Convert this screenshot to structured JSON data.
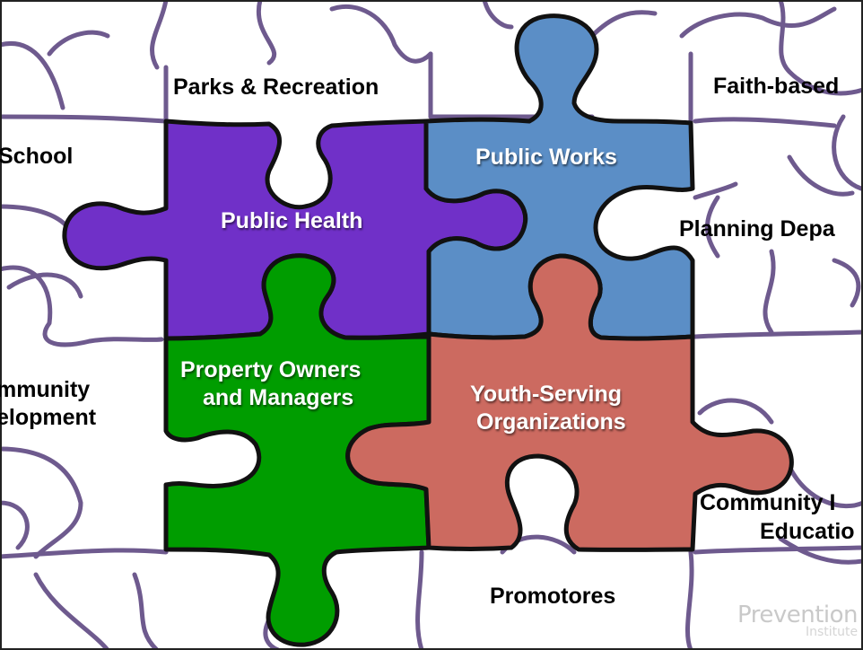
{
  "outer_labels": {
    "parks": "Parks & Recreation",
    "faith": "Faith-based",
    "school": "School",
    "planning": "Planning Depa",
    "community_dev_line1": "mmunity",
    "community_dev_line2": "elopment",
    "community_ed_line1": "Community I",
    "community_ed_line2": "Educatio",
    "promotores": "Promotores"
  },
  "pieces": {
    "public_health": {
      "label": "Public Health",
      "color": "#7030c8"
    },
    "public_works": {
      "label": "Public Works",
      "color": "#5b8ec6"
    },
    "property_owners": {
      "line1": "Property Owners",
      "line2": "and Managers",
      "color": "#009d00"
    },
    "youth_serving": {
      "line1": "Youth-Serving",
      "line2": "Organizations",
      "color": "#cc6a60"
    }
  },
  "watermark": {
    "line1": "Prevention",
    "line2": "Institute"
  },
  "colors": {
    "outline": "#6e5a8e",
    "piece_stroke": "#111111",
    "background": "#ffffff"
  }
}
